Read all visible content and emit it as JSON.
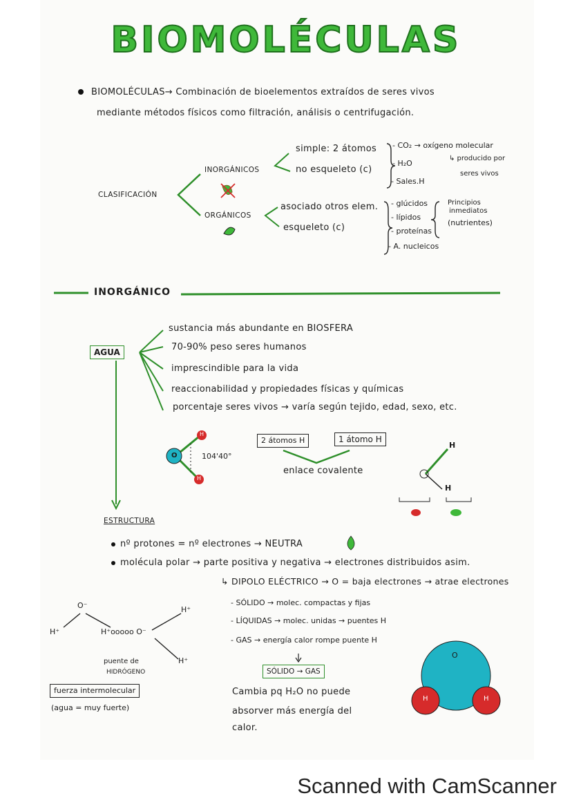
{
  "title": "BIOMOLÉCULAS",
  "definition": {
    "line1": "BIOMOLÉCULAS→ Combinación de bioelementos extraídos de seres vivos",
    "line2": "mediante métodos físicos como filtración, análisis o centrifugación."
  },
  "classification": {
    "label": "CLASIFICACIÓN",
    "inorganic": {
      "label": "INORGÁNICOS",
      "simple": "simple: 2 átomos",
      "no_skeleton": "no esqueleto (c)",
      "list": [
        "- CO₂ → oxígeno molecular",
        "- H₂O",
        "- Sales.H"
      ],
      "produced_note_1": "↳ producido por",
      "produced_note_2": "seres vivos"
    },
    "organic": {
      "label": "ORGÁNICOS",
      "associated": "asociado otros elem.",
      "skeleton": "esqueleto (c)",
      "list": [
        "- glúcidos",
        "- lípidos",
        "- proteínas",
        "- A. nucleicos"
      ],
      "principles": [
        "Principios",
        "inmediatos",
        "(nutrientes)"
      ]
    }
  },
  "inorganic_section": {
    "title": "INORGÁNICO",
    "water_label": "AGUA",
    "facts": [
      "sustancia más abundante en BIOSFERA",
      "70-90% peso seres humanos",
      "imprescindible para la vida",
      "reaccionabilidad y propiedades físicas y químicas",
      "porcentaje seres vivos → varía según tejido, edad, sexo, etc."
    ],
    "molecule": {
      "o": "O",
      "h": "H",
      "angle": "104'40°"
    },
    "two_atoms": "2 átomos H",
    "one_atom": "1 átomo H",
    "covalent": "enlace covalente",
    "h_label": "H"
  },
  "structure": {
    "title": "ESTRUCTURA",
    "protons": "nº protones = nº electrones → NEUTRA",
    "polar": "molécula polar → parte positiva y negativa → electrones distribuidos asim.",
    "dipole": "↳ DIPOLO ELÉCTRICO → O = baja electrones → atrae electrones",
    "states": [
      "- SÓLIDO → molec. compactas y fijas",
      "- LÍQUIDAS → molec. unidas → puentes H",
      "- GAS → energía calor rompe puente H"
    ],
    "transition": "SÓLIDO → GAS",
    "explanation": [
      "Cambia pq H₂O no puede",
      "absorver más energía del",
      "calor."
    ],
    "bridge": {
      "o_minus": "O⁻",
      "h_plus": "H⁺",
      "h_dots": "H⁺ooooo O⁻",
      "bridge_label_1": "puente de",
      "bridge_label_2": "HIDRÓGENO",
      "force_box": "fuerza intermolecular",
      "force_note": "(agua = muy fuerte)"
    },
    "big_molecule": {
      "o": "O",
      "h": "H"
    }
  },
  "footer": "Scanned with CamScanner",
  "colors": {
    "green": "#2e8f2a",
    "title_green": "#3fb83a",
    "red": "#d62b2b",
    "cyan": "#1fb3c4"
  }
}
